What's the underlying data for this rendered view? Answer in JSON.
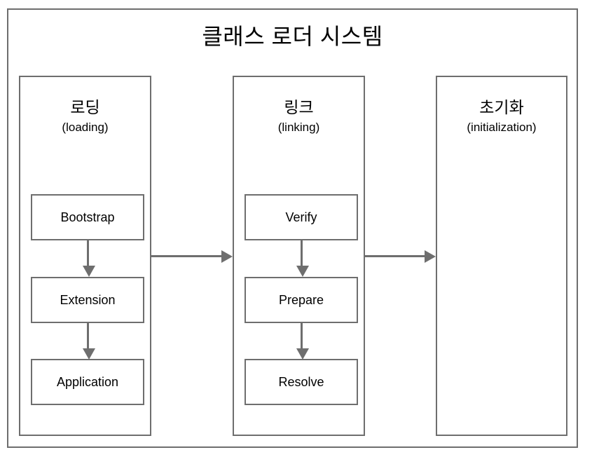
{
  "diagram": {
    "title": "클래스 로더 시스템",
    "type": "flow-diagram",
    "colors": {
      "border": "#6e6e6e",
      "background": "#ffffff",
      "text": "#000000",
      "arrow": "#6e6e6e"
    },
    "phases": [
      {
        "id": "loading",
        "title_ko": "로딩",
        "title_en": "(loading)",
        "steps": [
          {
            "label": "Bootstrap"
          },
          {
            "label": "Extension"
          },
          {
            "label": "Application"
          }
        ],
        "internal_arrows": [
          {
            "from": "Bootstrap",
            "to": "Extension",
            "direction": "down"
          },
          {
            "from": "Extension",
            "to": "Application",
            "direction": "down"
          }
        ]
      },
      {
        "id": "linking",
        "title_ko": "링크",
        "title_en": "(linking)",
        "steps": [
          {
            "label": "Verify"
          },
          {
            "label": "Prepare"
          },
          {
            "label": "Resolve"
          }
        ],
        "internal_arrows": [
          {
            "from": "Verify",
            "to": "Prepare",
            "direction": "down"
          },
          {
            "from": "Prepare",
            "to": "Resolve",
            "direction": "down"
          }
        ]
      },
      {
        "id": "initialization",
        "title_ko": "초기화",
        "title_en": "(initialization)",
        "steps": [],
        "internal_arrows": []
      }
    ],
    "phase_arrows": [
      {
        "from": "loading",
        "to": "linking",
        "direction": "right"
      },
      {
        "from": "linking",
        "to": "initialization",
        "direction": "right"
      }
    ]
  }
}
